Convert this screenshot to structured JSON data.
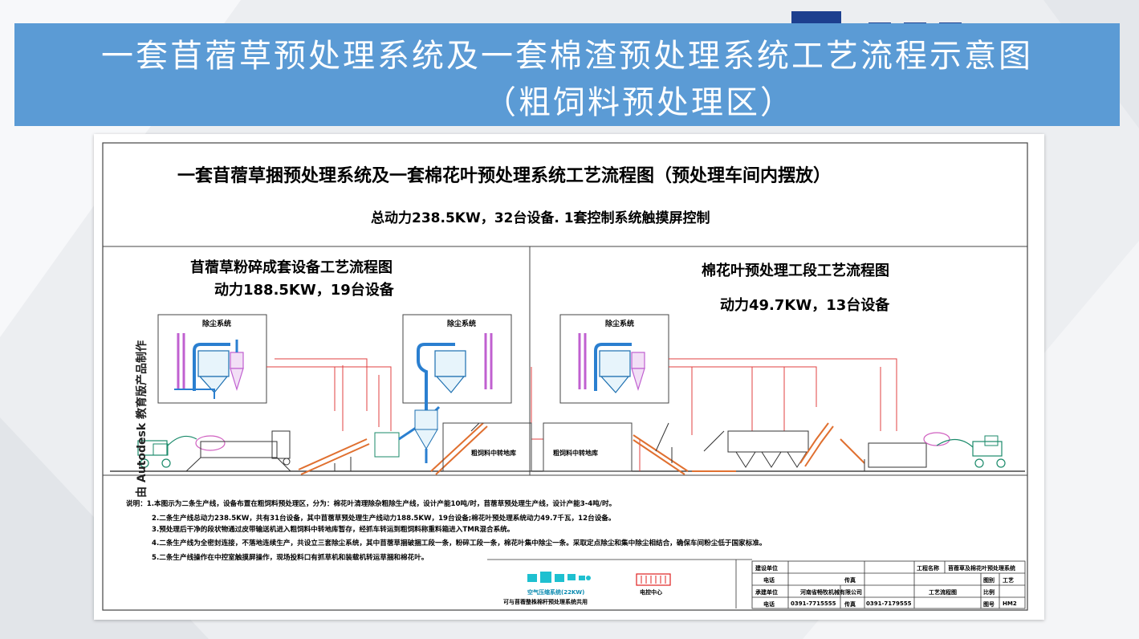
{
  "slide": {
    "title_line1": "一套苜蓿草预处理系统及一套棉渣预处理系统工艺流程示意图",
    "title_line2": "（粗饲料预处理区）",
    "brand_color": "#5b9bd5"
  },
  "drawing": {
    "main_title": "一套苜蓿草捆预处理系统及一套棉花叶预处理系统工艺流程图（预处理车间内摆放）",
    "main_subtitle": "总动力238.5KW，32台设备. 1套控制系统触摸屏控制",
    "watermark": "由 Autodesk 教育版产品制作",
    "left_section": {
      "title": "苜蓿草粉碎成套设备工艺流程图",
      "power": "动力188.5KW，19台设备",
      "dust1": "除尘系统",
      "dust2": "除尘系统",
      "store": "粗饲料中转地库"
    },
    "right_section": {
      "title": "棉花叶预处理工段工艺流程图",
      "power": "动力49.7KW，13台设备",
      "dust1": "除尘系统",
      "store": "粗饲料中转地库"
    },
    "notes": [
      "说明：1.本图示为二条生产线，设备布置在粗饲料预处理区，分为：棉花叶清理除杂粗除生产线，设计产能10吨/时，苜蓿草预处理生产线，设计产能3-4吨/时。",
      "2.二条生产线总动力238.5KW，共有31台设备，其中苜蓿草预处理生产线动力188.5KW，19台设备;棉花叶预处理系统动力49.7千瓦，12台设备。",
      "3.预处理后干净的段状物通过皮带输送机进入粗饲料中转地库暂存，经抓车转运到粗饲料称重料箱进入TMR混合系统。",
      "4.二条生产线为全密封连接，不落地连续生产，共设立三套除尘系统，其中苜蓿草捆破捆工段一条，粉碎工段一条，棉花叶集中除尘一条。采取定点除尘和集中除尘相结合，确保车间粉尘低于国家标准。",
      "5.二条生产线操作在中控室触摸屏操作，现场投料口有抓草机和装载机转运草捆和棉花叶。"
    ],
    "legend": {
      "air_system": "空气压缩系统(22KW)",
      "air_note": "可与苜蓿整株棉秆预处理系统共用",
      "control": "电控中心"
    },
    "title_block": {
      "build_unit": "建设单位",
      "phone": "电话",
      "fax": "传真",
      "contract_unit": "承建单位",
      "company": "河南省畅牧机械有限公司",
      "phone2": "电话",
      "phone_num": "0391-7715555",
      "fax2": "传真",
      "fax_num": "0391-7179555",
      "project": "工程名称",
      "project_name": "苜蓿草及棉花叶预处理系统",
      "drawing_name": "工艺流程图",
      "category": "图别",
      "category_val": "工艺",
      "scale": "比例",
      "number": "图号",
      "number_val": "HM2"
    }
  }
}
